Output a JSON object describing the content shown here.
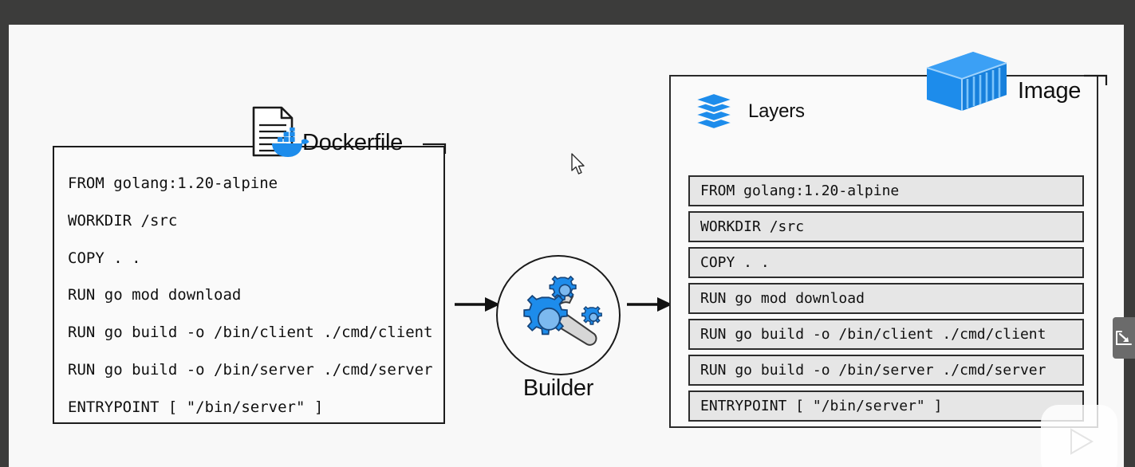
{
  "player": {
    "expand_icon": "expand-arrow-icon",
    "play_icon": "play-triangle-icon",
    "cursor_icon": "mouse-pointer-icon"
  },
  "colors": {
    "background": "#f8f8f8",
    "chrome": "#3c3c3b",
    "docker_blue": "#1d8ceb",
    "layer_fill": "#e6e6e6",
    "stroke": "#1c1c1c"
  },
  "dockerfile": {
    "label": "Dockerfile",
    "doc_icon": "document-icon",
    "whale_icon": "docker-whale-icon",
    "lines": [
      "FROM golang:1.20-alpine",
      "WORKDIR /src",
      "COPY . .",
      "RUN go mod download",
      "RUN go build -o /bin/client ./cmd/client",
      "RUN go build -o /bin/server ./cmd/server",
      "ENTRYPOINT [ \"/bin/server\" ]"
    ]
  },
  "builder": {
    "label": "Builder",
    "icon": "gears-wrench-icon",
    "arrow_in": "arrow-right-icon",
    "arrow_out": "arrow-right-icon"
  },
  "image": {
    "label": "Image",
    "container_icon": "shipping-container-icon",
    "layers_label": "Layers",
    "layers_icon": "stacked-layers-icon",
    "layers": [
      "FROM golang:1.20-alpine",
      "WORKDIR /src",
      "COPY . .",
      "RUN go mod download",
      "RUN go build -o /bin/client ./cmd/client",
      "RUN go build -o /bin/server ./cmd/server",
      "ENTRYPOINT [ \"/bin/server\" ]"
    ]
  }
}
